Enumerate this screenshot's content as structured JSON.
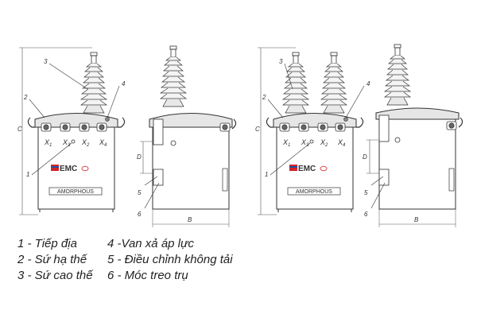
{
  "brand": {
    "logo_text": "EMC",
    "nameplate_text": "AMORPHOUS",
    "accent_color": "#d2232a",
    "logo_blue": "#1f4fa1"
  },
  "dimension_labels": {
    "height": "C",
    "width": "B",
    "depth": "D"
  },
  "part_numbers": [
    "1",
    "2",
    "3",
    "4",
    "5",
    "6"
  ],
  "terminals": [
    {
      "letter": "X",
      "sub": "1"
    },
    {
      "letter": "X",
      "sub": "3"
    },
    {
      "letter": "X",
      "sub": "2"
    },
    {
      "letter": "X",
      "sub": "4"
    }
  ],
  "legend": {
    "col1": [
      "1 - Tiếp địa",
      "2 - Sứ hạ thế",
      "3 - Sứ cao thế"
    ],
    "col2": [
      "4 -Van xả áp lực",
      "5 - Điều chỉnh không tải",
      "6 - Móc treo trụ"
    ]
  }
}
